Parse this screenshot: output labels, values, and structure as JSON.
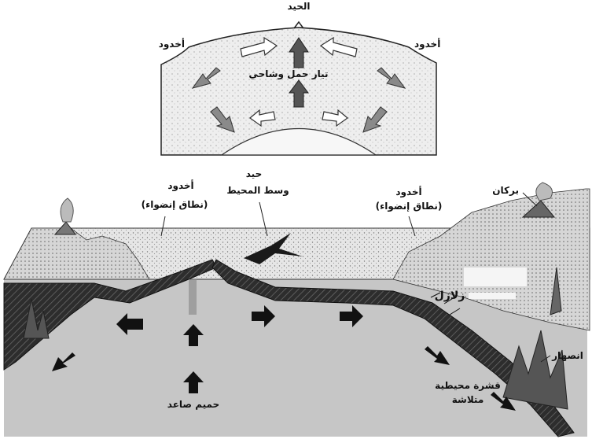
{
  "top_section": {
    "ridge_label": "الحيد",
    "trench_left_label": "أخدود",
    "trench_right_label": "أخدود",
    "convection_label": "تيار حمل وشاحي"
  },
  "bottom_section": {
    "trench_left": {
      "line1": "أخدود",
      "line2": "(نطاق إنضواء)"
    },
    "mid_ocean_ridge": {
      "line1": "حيد",
      "line2": "وسط المحيط"
    },
    "trench_right": {
      "line1": "أخدود",
      "line2": "(نطاق إنضواء)"
    },
    "volcano_label": "بركان",
    "earthquakes_label": "زلازل",
    "melting_label": "انصهار",
    "oceanic_crust": {
      "line1": "قشرة محيطية",
      "line2": "متلاشة"
    },
    "rising_magma_label": "حميم صاعد"
  },
  "colors": {
    "mantle": "#c9c9c9",
    "plate": "#3a3a3a",
    "arrow_dark": "#1a1a1a",
    "arrow_gray": "#8a8a8a",
    "arrow_light": "#ffffff",
    "crust": "#e2e2e2"
  }
}
